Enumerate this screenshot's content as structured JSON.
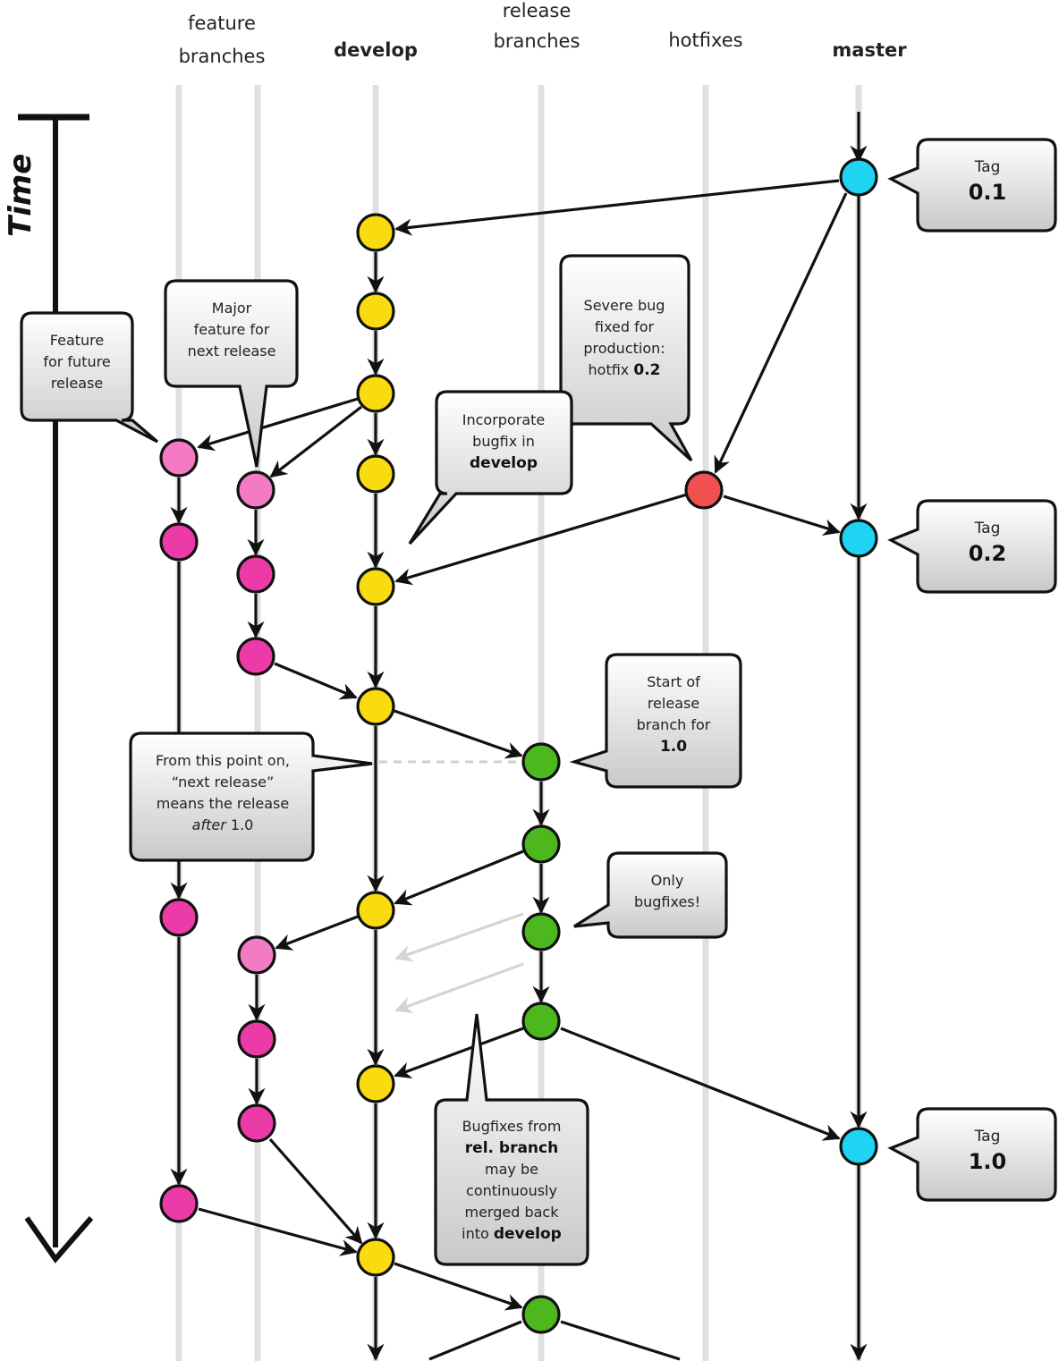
{
  "columns": [
    {
      "lines": [
        "feature",
        "branches"
      ],
      "bold": false
    },
    {
      "lines": [
        "develop"
      ],
      "bold": true
    },
    {
      "lines": [
        "release",
        "branches"
      ],
      "bold": false
    },
    {
      "lines": [
        "hotfixes"
      ],
      "bold": false
    },
    {
      "lines": [
        "master"
      ],
      "bold": true
    }
  ],
  "time_axis_label": "Time",
  "colors": {
    "feature_light": "#f27bc4",
    "feature": "#ec3aa8",
    "develop": "#f9dc10",
    "release": "#4cb81e",
    "hotfix": "#f05050",
    "master": "#1ed4f2"
  },
  "tags": [
    {
      "label": "Tag",
      "value": "0.1"
    },
    {
      "label": "Tag",
      "value": "0.2"
    },
    {
      "label": "Tag",
      "value": "1.0"
    }
  ],
  "callouts": {
    "feature_future": [
      "Feature",
      "for future",
      "release"
    ],
    "major_feature": [
      "Major",
      "feature for",
      "next release"
    ],
    "severe_bug": [
      "Severe bug",
      "fixed for",
      "production:",
      "hotfix |0.2|"
    ],
    "incorporate": [
      "Incorporate",
      "bugfix in",
      "|develop|"
    ],
    "start_release": [
      "Start of",
      "release",
      "branch for",
      "|1.0|"
    ],
    "next_release": [
      "From this point on,",
      "“next release”",
      "means the release",
      "_after_ 1.0"
    ],
    "only_bugfixes": [
      "Only",
      "bugfixes!"
    ],
    "bugfixes_rel": [
      "Bugfixes from",
      "|rel. branch|",
      "may be",
      "continuously",
      "merged back",
      "into |develop|"
    ]
  }
}
